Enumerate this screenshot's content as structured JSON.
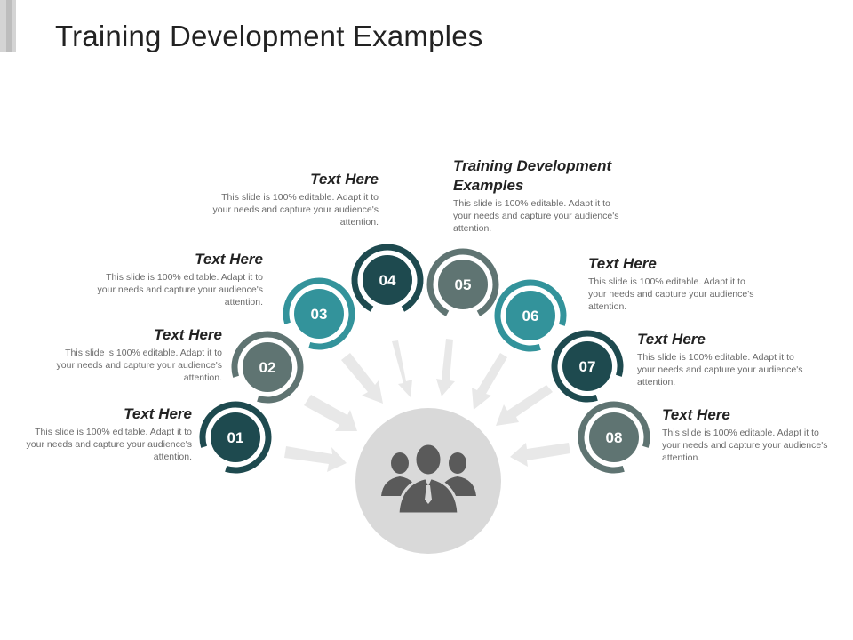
{
  "title": "Training Development Examples",
  "colors": {
    "dark": "#1e4a4f",
    "teal": "#33939b",
    "gray": "#5f7472",
    "hub": "#d9d9d9",
    "arrow": "#e8e8e8"
  },
  "hub": {
    "icon": "people-group-icon"
  },
  "items": [
    {
      "number": "01",
      "color": "dark",
      "heading": "Text Here",
      "body": "This slide is 100% editable. Adapt it to your needs and capture your audience's attention."
    },
    {
      "number": "02",
      "color": "gray",
      "heading": "Text Here",
      "body": "This slide is 100% editable. Adapt it to your needs and capture your audience's attention."
    },
    {
      "number": "03",
      "color": "teal",
      "heading": "Text Here",
      "body": "This slide is 100% editable. Adapt it to your needs and capture your audience's attention."
    },
    {
      "number": "04",
      "color": "dark",
      "heading": "Text Here",
      "body": "This slide is 100% editable. Adapt it to your needs and capture your audience's attention."
    },
    {
      "number": "05",
      "color": "gray",
      "heading": "Training Development Examples",
      "body": "This slide is 100% editable. Adapt it to your needs and capture your audience's attention."
    },
    {
      "number": "06",
      "color": "teal",
      "heading": "Text Here",
      "body": "This slide is 100% editable. Adapt it to your needs and capture your audience's attention."
    },
    {
      "number": "07",
      "color": "dark",
      "heading": "Text Here",
      "body": "This slide is 100% editable. Adapt it to your needs and capture your audience's attention."
    },
    {
      "number": "08",
      "color": "gray",
      "heading": "Text Here",
      "body": "This slide is 100% editable. Adapt it to your needs and capture your audience's attention."
    }
  ]
}
